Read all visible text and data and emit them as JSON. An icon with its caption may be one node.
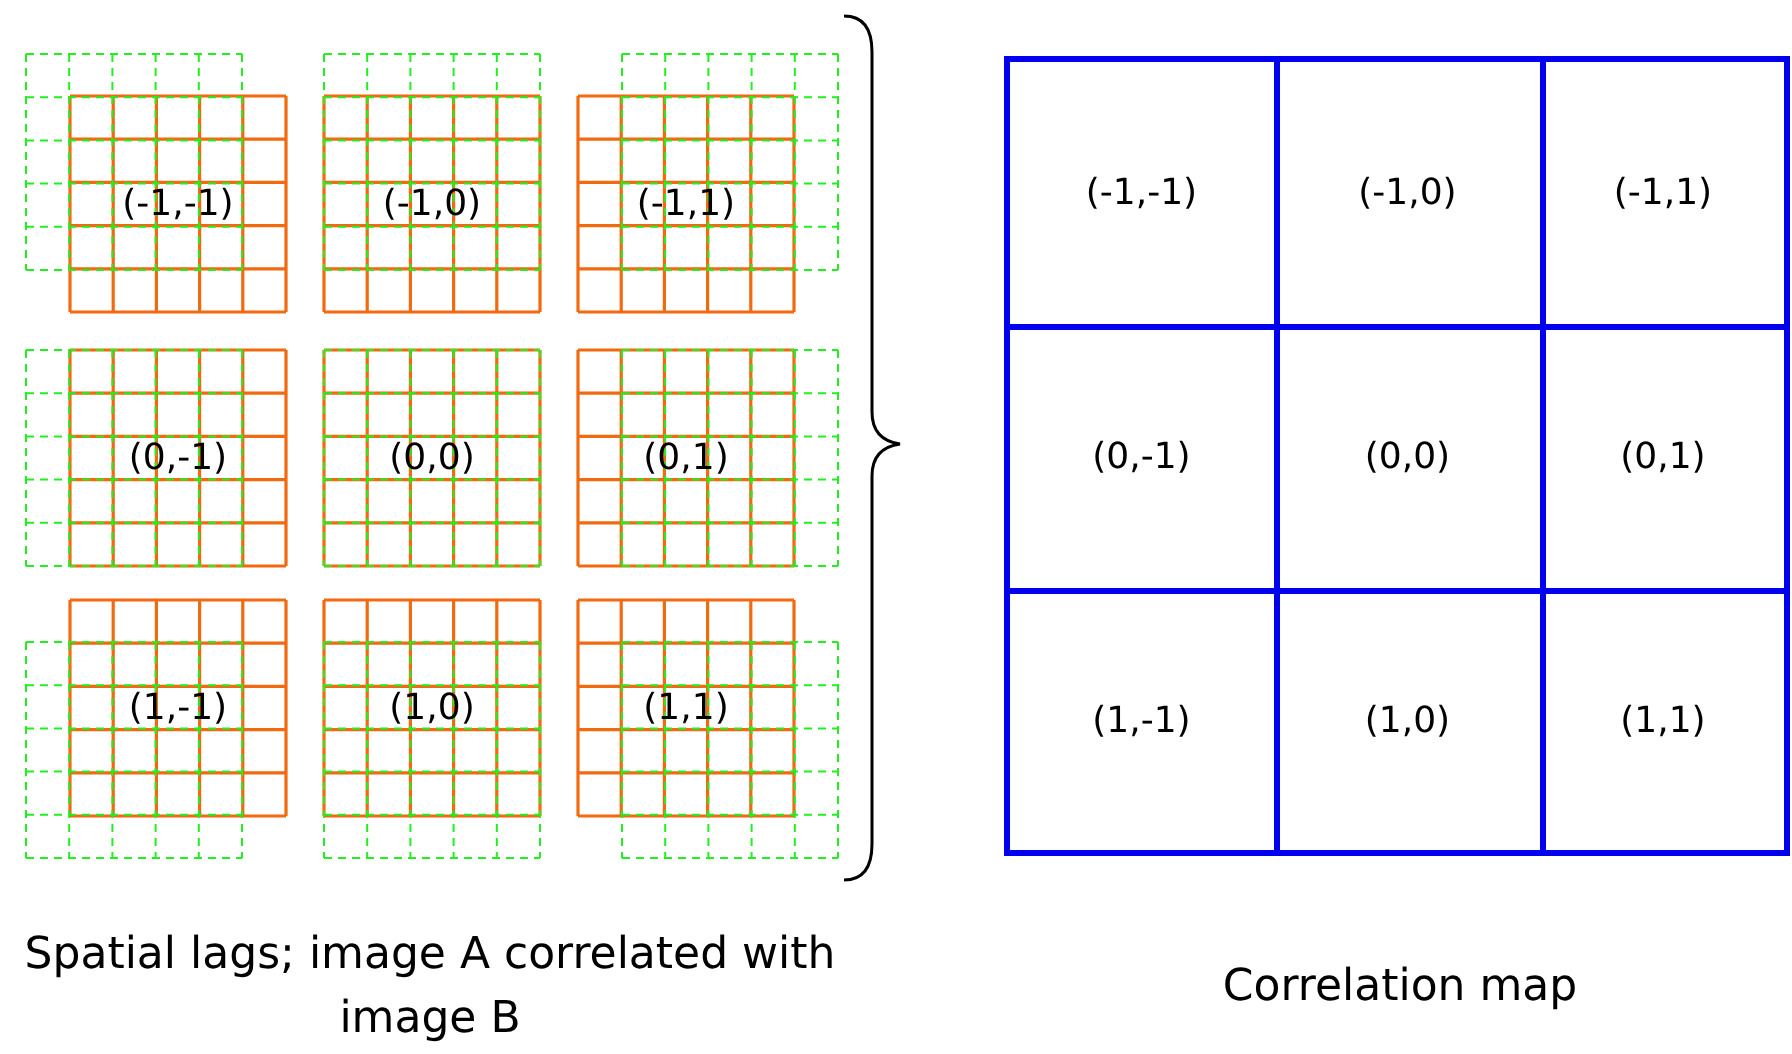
{
  "diagram": {
    "nodes": [
      {
        "text": [
          "(-1,-1)"
        ]
      },
      {
        "text": [
          "(-1,0)"
        ]
      },
      {
        "text": [
          "(-1,1)"
        ]
      },
      {
        "text": [
          "(0,-1)"
        ]
      },
      {
        "text": [
          "(0,0)"
        ]
      },
      {
        "text": [
          "(0,1)"
        ]
      },
      {
        "text": [
          "(1,-1)"
        ]
      },
      {
        "text": [
          "(1,0)"
        ]
      },
      {
        "text": [
          "(1,1)"
        ]
      },
      {
        "text": [
          "(-1,-1)"
        ]
      },
      {
        "text": [
          "(-1,0)"
        ]
      },
      {
        "text": [
          "(-1,1)"
        ]
      },
      {
        "text": [
          "(0,-1)"
        ]
      },
      {
        "text": [
          "(0,0)"
        ]
      },
      {
        "text": [
          "(0,1)"
        ]
      },
      {
        "text": [
          "(1,-1)"
        ]
      },
      {
        "text": [
          "(1,0)"
        ]
      },
      {
        "text": [
          "(1,1)"
        ]
      }
    ],
    "labels": [
      "Spatial lags; image A correlated with image B",
      "Correlation map"
    ]
  }
}
